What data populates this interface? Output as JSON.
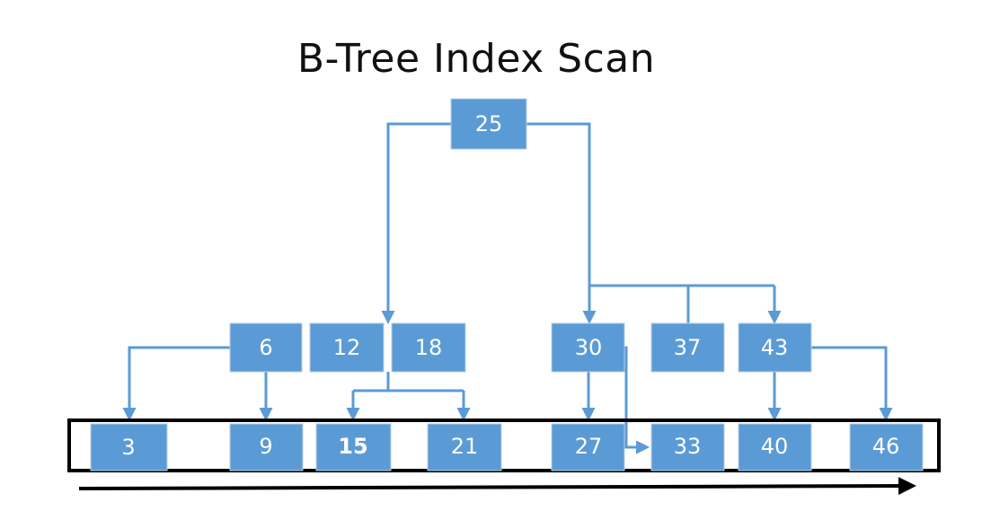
{
  "title": "B-Tree Index Scan",
  "colors": {
    "node": "#5b9bd5",
    "edge": "#5b9bd5",
    "frame": "#000000"
  },
  "root": {
    "key": "25"
  },
  "internal_nodes": [
    {
      "key": "6"
    },
    {
      "key": "12"
    },
    {
      "key": "18"
    },
    {
      "key": "30"
    },
    {
      "key": "37"
    },
    {
      "key": "43"
    }
  ],
  "leaf_nodes": [
    {
      "key": "3"
    },
    {
      "key": "9"
    },
    {
      "key": "15",
      "highlighted": true
    },
    {
      "key": "21"
    },
    {
      "key": "27"
    },
    {
      "key": "33"
    },
    {
      "key": "40"
    },
    {
      "key": "46"
    }
  ]
}
